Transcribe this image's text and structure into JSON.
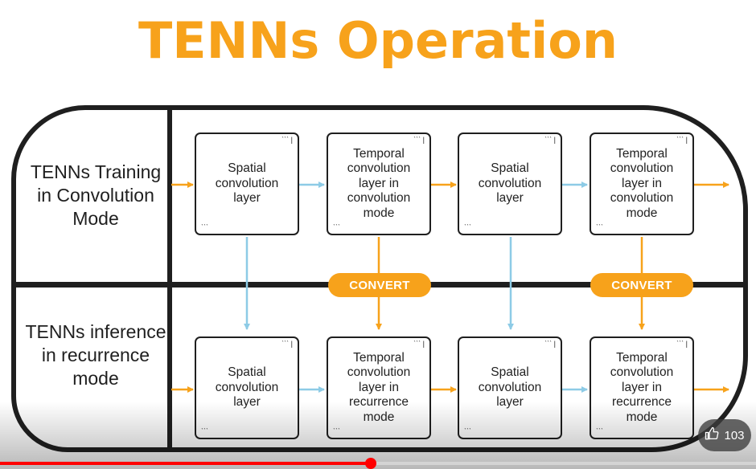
{
  "title": "TENNs Operation",
  "rows": {
    "training_label": "TENNs Training in Convolution Mode",
    "inference_label": "TENNs inference in recurrence mode"
  },
  "blocks": {
    "top": [
      "Spatial convolution layer",
      "Temporal convolution layer in convolution mode",
      "Spatial convolution layer",
      "Temporal convolution layer in convolution mode"
    ],
    "bottom": [
      "Spatial convolution layer",
      "Temporal convolution layer in recurrence mode",
      "Spatial convolution layer",
      "Temporal convolution layer in recurrence mode"
    ]
  },
  "convert_label": "CONVERT",
  "player": {
    "like_count": "103",
    "progress": 0.49
  },
  "colors": {
    "accent_orange": "#f7a21b",
    "arrow_blue": "#8dcbe6",
    "line_dark": "#1f1f1f",
    "progress_red": "#ff0000"
  },
  "icons": [
    "thumbs-up-icon"
  ]
}
